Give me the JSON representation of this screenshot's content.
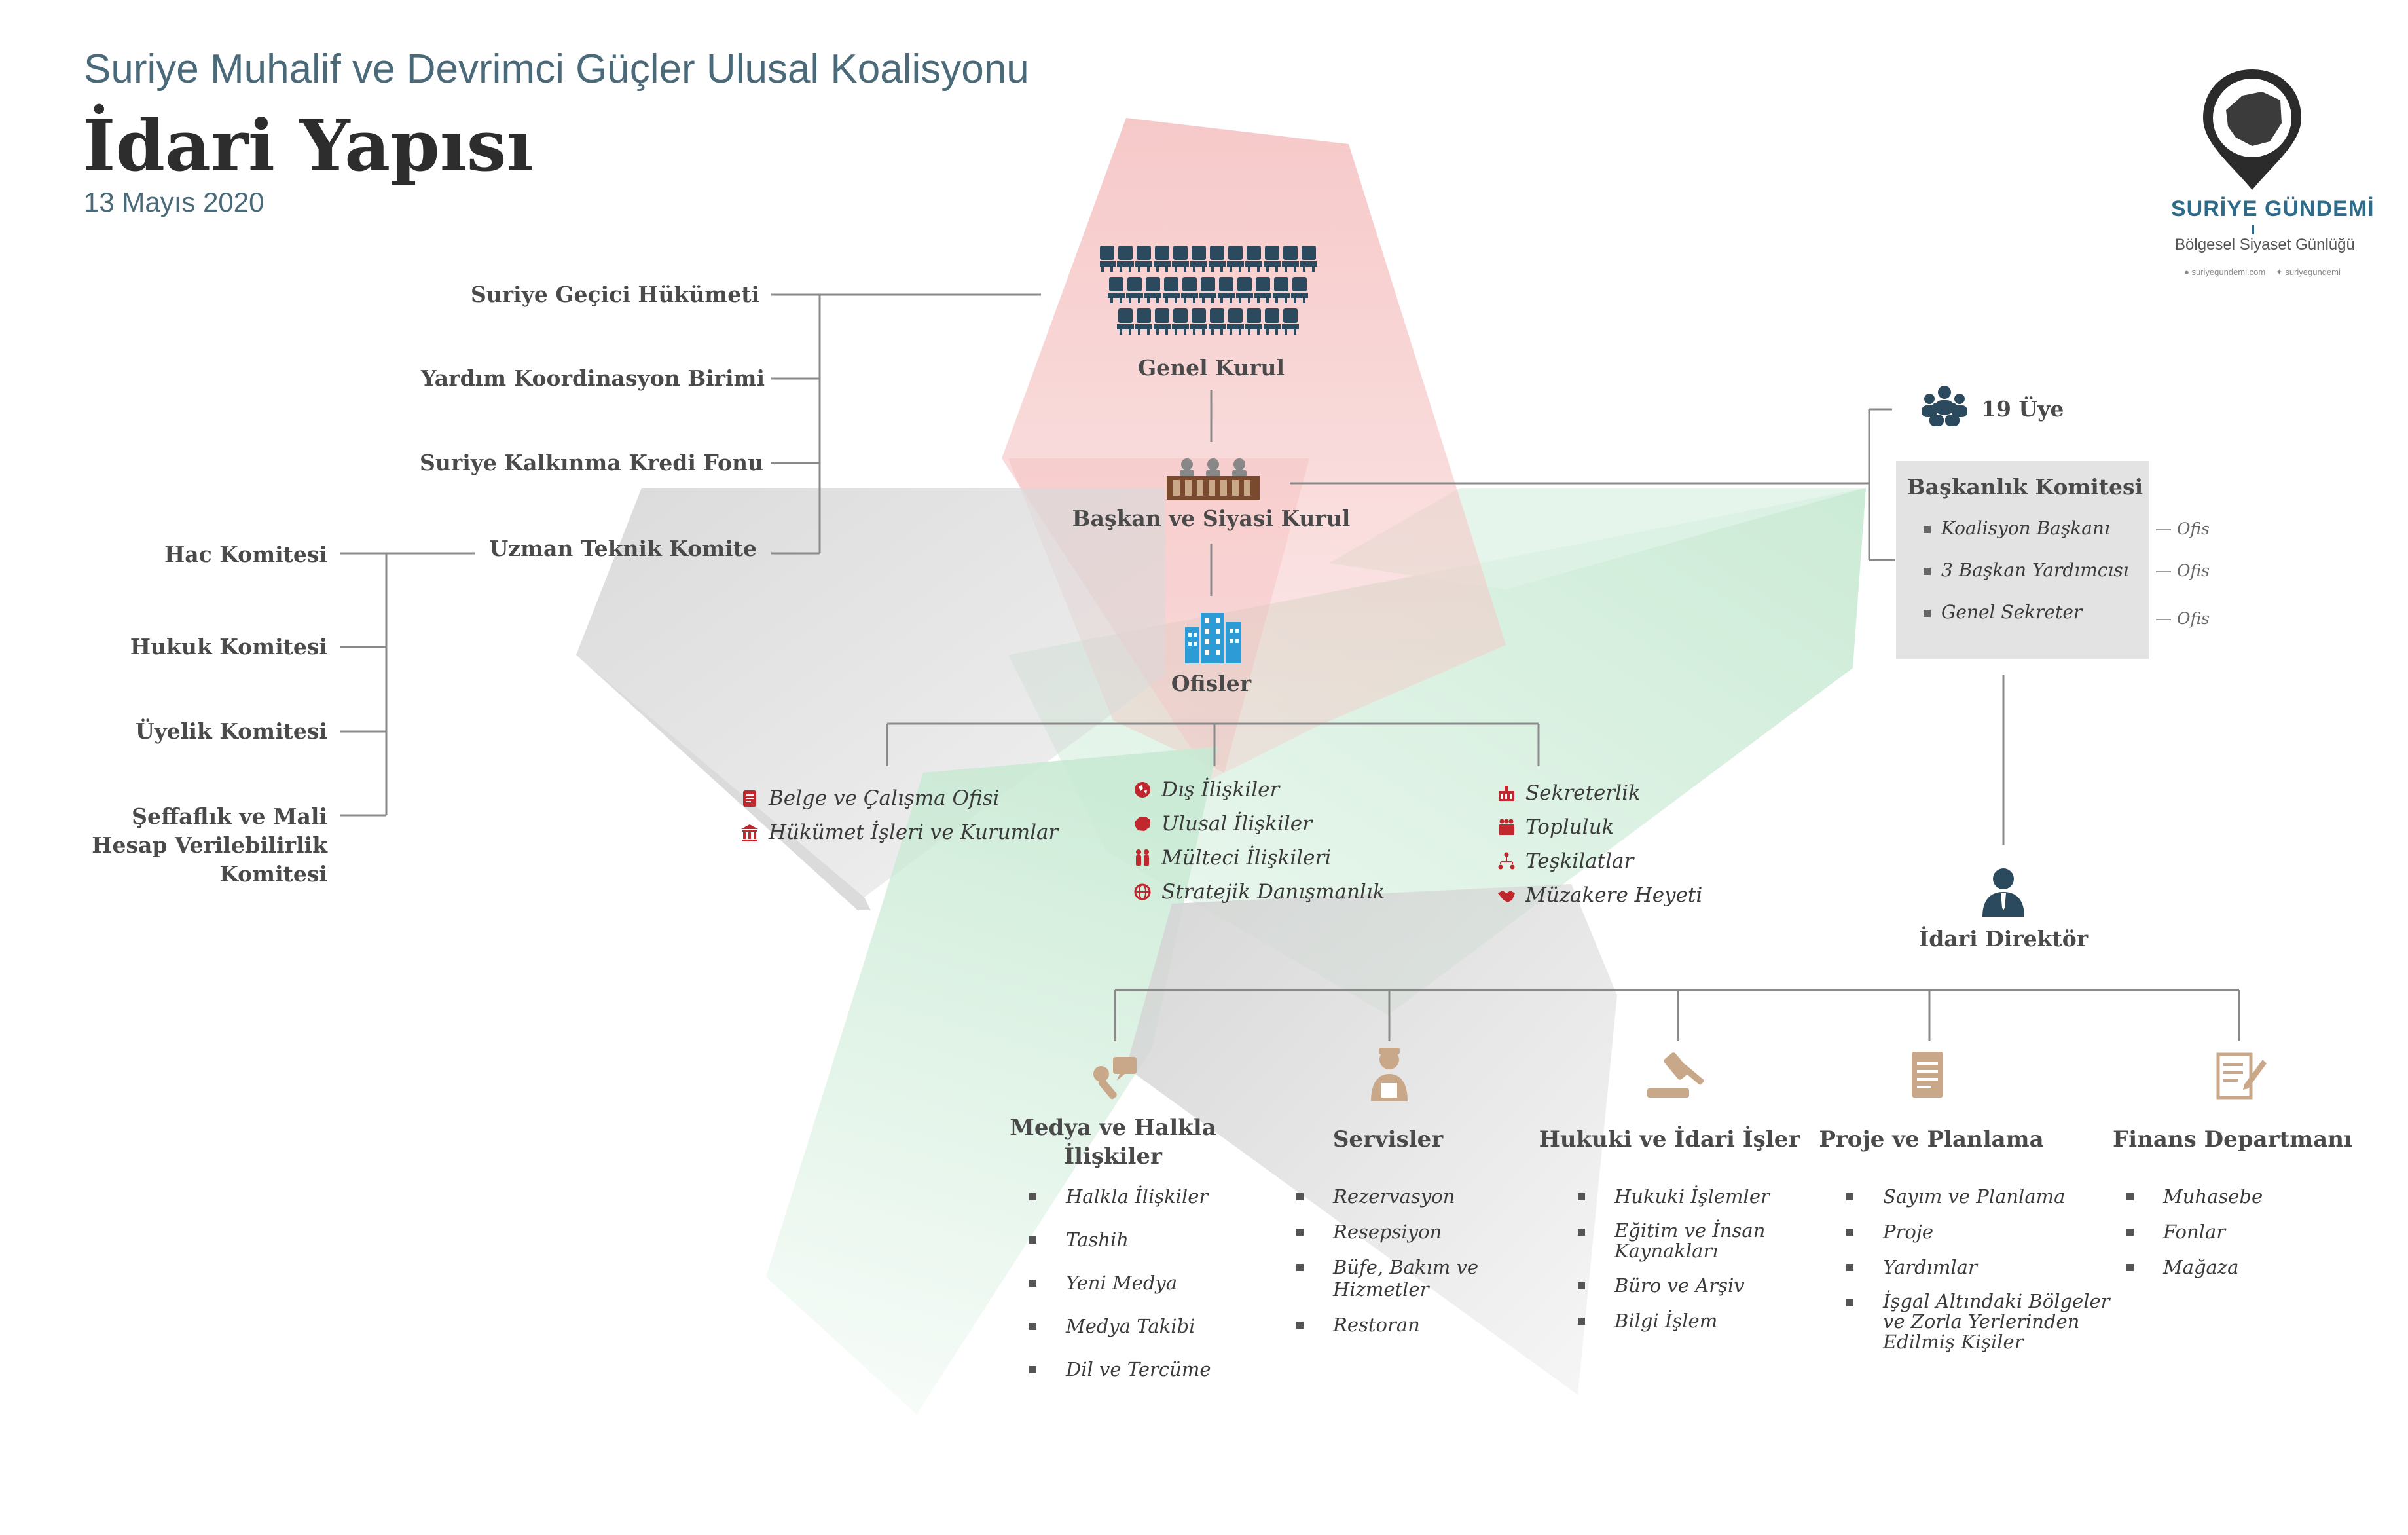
{
  "header": {
    "subtitle": "Suriye Muhalif ve Devrimci Güçler Ulusal Koalisyonu",
    "title": "İdari Yapısı",
    "date": "13 Mayıs 2020"
  },
  "logo": {
    "name": "SURİYE GÜNDEMİ",
    "tagline": "Bölgesel Siyaset Günlüğü",
    "website": "suriyegundemi.com",
    "social": "suriyegundemi"
  },
  "top": {
    "general_assembly": "Genel Kurul",
    "president_council": "Başkan ve Siyasi Kurul",
    "offices": "Ofisler"
  },
  "left_bodies": [
    "Suriye Geçici Hükümeti",
    "Yardım Koordinasyon Birimi",
    "Suriye Kalkınma Kredi Fonu",
    "Uzman Teknik Komite"
  ],
  "committees": [
    "Hac Komitesi",
    "Hukuk Komitesi",
    "Üyelik Komitesi",
    "Şeffaflık ve Mali",
    "Hesap Verilebilirlik",
    "Komitesi"
  ],
  "presidency": {
    "members": "19 Üye",
    "title": "Başkanlık Komitesi",
    "items": [
      "Koalisyon Başkanı",
      "3 Başkan Yardımcısı",
      "Genel Sekreter"
    ],
    "office_label": "Ofis"
  },
  "admin_director": "İdari Direktör",
  "office_groups": [
    [
      "Belge ve Çalışma Ofisi",
      "Hükümet İşleri ve Kurumlar"
    ],
    [
      "Dış İlişkiler",
      "Ulusal İlişkiler",
      "Mülteci İlişkileri",
      "Stratejik Danışmanlık"
    ],
    [
      "Sekreterlik",
      "Topluluk",
      "Teşkilatlar",
      "Müzakere Heyeti"
    ]
  ],
  "departments": [
    {
      "title": [
        "Medya ve Halkla",
        "İlişkiler"
      ],
      "items": [
        "Halkla İlişkiler",
        "Tashih",
        "Yeni Medya",
        "Medya Takibi",
        "Dil ve Tercüme"
      ]
    },
    {
      "title": [
        "Servisler"
      ],
      "items": [
        "Rezervasyon",
        "Resepsiyon",
        "Büfe, Bakım ve Hizmetler",
        "Restoran"
      ]
    },
    {
      "title": [
        "Hukuki ve İdari İşler"
      ],
      "items": [
        "Hukuki İşlemler",
        "Eğitim ve İnsan Kaynakları",
        "Büro ve Arşiv",
        "Bilgi İşlem"
      ]
    },
    {
      "title": [
        "Proje ve Planlama"
      ],
      "items": [
        "Sayım ve Planlama",
        "Proje",
        "Yardımlar",
        "İşgal Altındaki Bölgeler ve Zorla Yerlerinden Edilmiş Kişiler"
      ]
    },
    {
      "title": [
        "Finans Departmanı"
      ],
      "items": [
        "Muhasebe",
        "Fonlar",
        "Mağaza"
      ]
    }
  ],
  "colors": {
    "red_band": "#f6c6c6",
    "green_band": "#c9ead4",
    "gray_band": "#d8d8d8",
    "navy_icon": "#2c4a5e",
    "blue_icon": "#2d9bd6",
    "red_icon": "#c0282d",
    "tan_icon": "#c9a88a",
    "title_blue": "#4a6a7a",
    "connector": "#8a8a8a"
  }
}
